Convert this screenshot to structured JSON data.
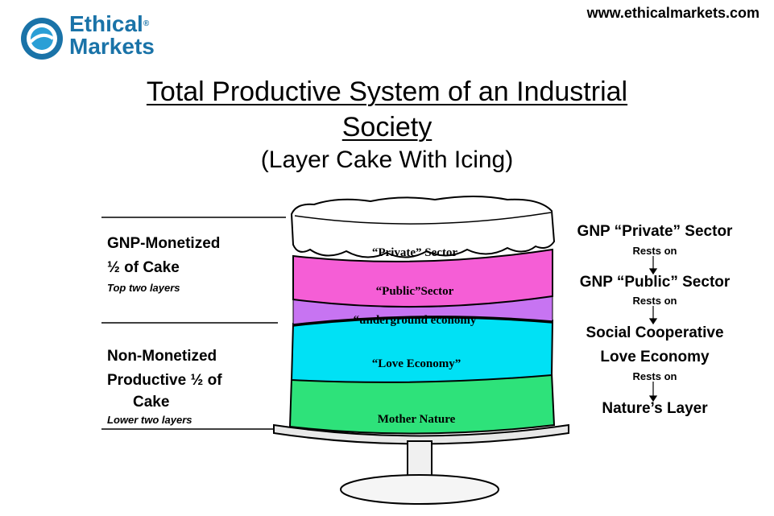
{
  "header": {
    "logo_line1": "Ethical",
    "logo_line2": "Markets",
    "url": "www.ethicalmarkets.com"
  },
  "title": {
    "line1": "Total Productive System of an Industrial",
    "line2": "Society",
    "subtitle": "(Layer Cake With Icing)"
  },
  "left": {
    "monetized": [
      "GNP-Monetized",
      "½ of Cake"
    ],
    "monetized_note": "Top two layers",
    "nonmonetized": [
      "Non-Monetized",
      "Productive ½ of",
      "Cake"
    ],
    "nonmonetized_note": "Lower two layers"
  },
  "layers": {
    "private": "“Private” Sector",
    "public": "“Public”Sector",
    "underground": "“underground economy",
    "love": "“Love Economy”",
    "nature": "Mother Nature"
  },
  "right": {
    "private": "GNP “Private” Sector",
    "rests1": "Rests on",
    "public": "GNP “Public” Sector",
    "rests2": "Rests on",
    "social1": "Social Cooperative",
    "social2": "Love Economy",
    "rests3": "Rests on",
    "nature": "Nature’s Layer"
  },
  "colors": {
    "icing": "#ffffff",
    "public": "#f55ed6",
    "underground": "#c774f2",
    "love": "#00e1f5",
    "nature": "#2ee27a",
    "logo": "#1a73a8"
  }
}
